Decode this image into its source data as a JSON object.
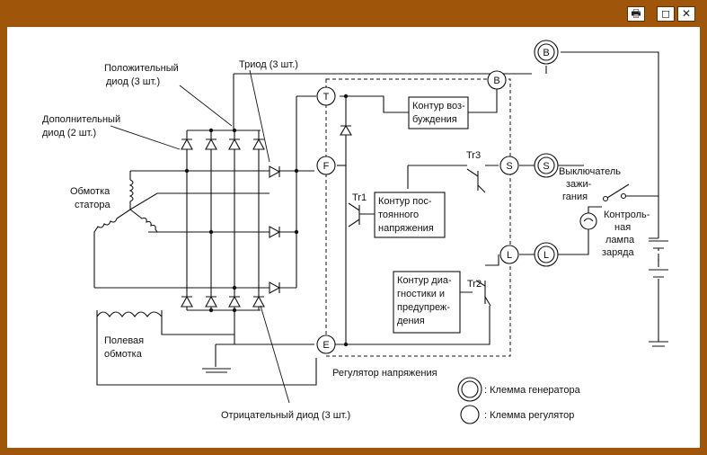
{
  "window": {
    "buttons": {
      "print": "🖶",
      "maximize": "◻",
      "close": "✕"
    }
  },
  "diagram": {
    "labels": {
      "positive_diode": [
        "Положительный",
        "диод (3 шт.)"
      ],
      "extra_diode": [
        "Дополнительный",
        "диод (2 шт.)"
      ],
      "stator": [
        "Обмотка",
        "статора"
      ],
      "field": [
        "Полевая",
        "обмотка"
      ],
      "triode": "Триод (3  шт.)",
      "negative_diode": "Отрицательный диод (3 шт.)",
      "regulator": "Регулятор напряжения",
      "excitation": [
        "Контур воз-",
        "буждения"
      ],
      "constant_voltage": [
        "Контур пос-",
        "тоянного",
        "напряжения"
      ],
      "diagnostics": [
        "Контур диа-",
        "гностики и",
        "предупреж-",
        "дения"
      ],
      "ignition_switch": [
        "Выключатель",
        "зажи-",
        "гания"
      ],
      "lamp": [
        "Контроль-",
        "ная",
        "лампа",
        "заряда"
      ],
      "tr1": "Tr1",
      "tr2": "Tr2",
      "tr3": "Tr3"
    },
    "terminals": {
      "T": "T",
      "F": "F",
      "E": "E",
      "B_reg": "B",
      "S_reg": "S",
      "L_reg": "L",
      "B_gen": "B",
      "S_gen": "S",
      "L_gen": "L"
    },
    "legend": {
      "generator": ":  Клемма генератора",
      "regulator": ":  Клемма регулятор"
    }
  }
}
